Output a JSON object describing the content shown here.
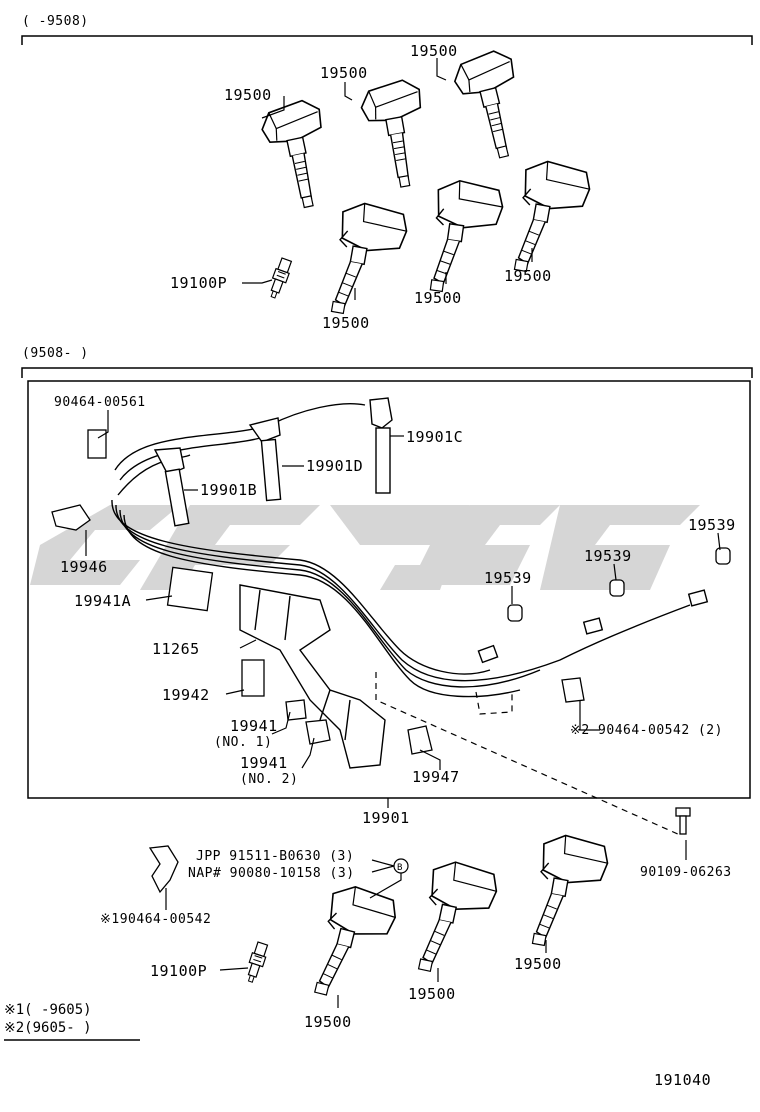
{
  "sections": {
    "top_range": "(     -9508)",
    "bottom_range": "(9508-     )"
  },
  "labels": {
    "coil_top_a": "19500",
    "coil_top_b": "19500",
    "coil_top_c": "19500",
    "coil_top_d": "19500",
    "coil_top_e": "19500",
    "coil_top_f": "19500",
    "plug_top": "19100P",
    "clamp_a": "90464-00561",
    "cord_c": "19901C",
    "cord_d": "19901D",
    "cord_b": "19901B",
    "holder_19946": "19946",
    "clamp_19941a": "19941A",
    "cover_11265": "11265",
    "clamp_19942": "19942",
    "clamp_19941_no1": "19941",
    "clamp_19941_no1_sub": "(NO. 1)",
    "clamp_19941_no2": "19941",
    "clamp_19941_no2_sub": "(NO. 2)",
    "clamp_19947": "19947",
    "grommet_a": "19539",
    "grommet_b": "19539",
    "grommet_c": "19539",
    "clamp_00542_2": "※2 90464-00542 (2)",
    "cord_set": "19901",
    "jpp": "JPP 91511-B0630 (3)",
    "nap": "NAP# 90080-10158 (3)",
    "bolt_b_mark": "B",
    "bolt_90109": "90109-06263",
    "clamp_00542_1": "※190464-00542",
    "plug_bottom": "19100P",
    "coil_bot_a": "19500",
    "coil_bot_b": "19500",
    "coil_bot_c": "19500",
    "diagram_no": "191040"
  },
  "notes": {
    "note1": "※1(     -9605)",
    "note2": "※2(9605-     )"
  }
}
